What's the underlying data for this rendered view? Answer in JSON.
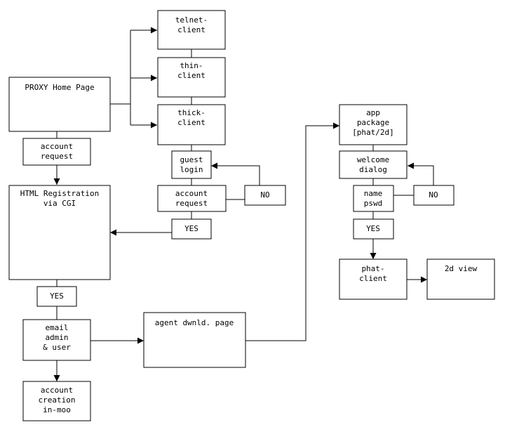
{
  "nodes": {
    "proxy_home": [
      "PROXY Home Page"
    ],
    "telnet_client": [
      "telnet-",
      "client"
    ],
    "thin_client": [
      "thin-",
      "client"
    ],
    "thick_client": [
      "thick-",
      "client"
    ],
    "account_request_left": [
      "account",
      "request"
    ],
    "guest_login": [
      "guest",
      "login"
    ],
    "account_request_mid": [
      "account",
      "request"
    ],
    "no_left": [
      "NO"
    ],
    "html_registration": [
      "HTML Registration",
      "via CGI"
    ],
    "yes_mid": [
      "YES"
    ],
    "yes_left": [
      "YES"
    ],
    "email_admin": [
      "email",
      "admin",
      "& user"
    ],
    "account_creation": [
      "account",
      "creation",
      "in-moo"
    ],
    "agent_download": [
      "agent dwnld. page"
    ],
    "app_package": [
      "app",
      "package",
      "[phat/2d]"
    ],
    "welcome_dialog": [
      "welcome",
      "dialog"
    ],
    "name_pswd": [
      "name",
      "pswd"
    ],
    "no_right": [
      "NO"
    ],
    "yes_right": [
      "YES"
    ],
    "phat_client": [
      "phat-",
      "client"
    ],
    "view_2d": [
      "2d view"
    ]
  }
}
